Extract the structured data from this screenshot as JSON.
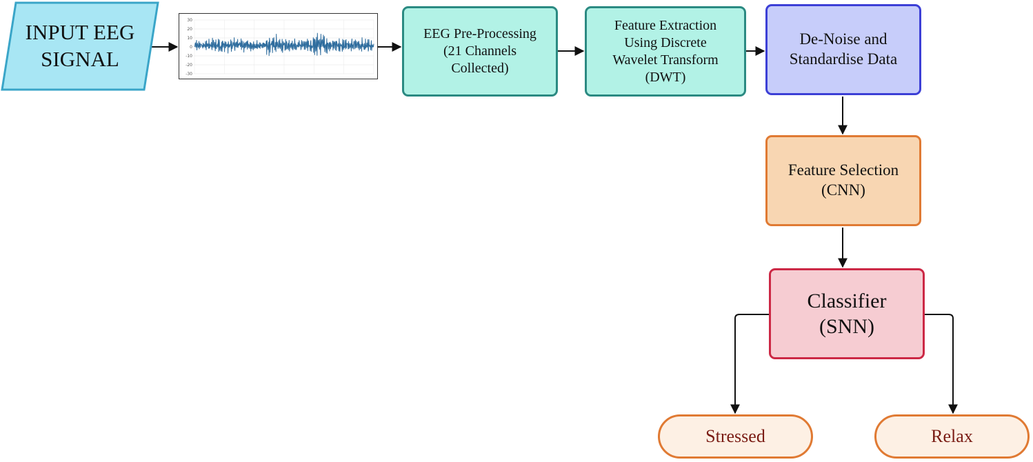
{
  "diagram": {
    "input": {
      "lines": [
        "INPUT EEG",
        "SIGNAL"
      ],
      "fill": "#a8e6f4",
      "stroke": "#3aa5c8"
    },
    "eeg_thumbnail": {
      "y_ticks": [
        "30",
        "20",
        "10",
        "0",
        "-10",
        "-20",
        "-30"
      ],
      "trace_color": "#2f6d9e"
    },
    "preprocessing": {
      "lines": [
        "EEG Pre-Processing",
        "(21 Channels",
        "Collected)"
      ]
    },
    "feature_extraction": {
      "lines": [
        "Feature Extraction",
        "Using Discrete",
        "Wavelet Transform",
        "(DWT)"
      ]
    },
    "denoise": {
      "lines": [
        "De-Noise and",
        "Standardise Data"
      ]
    },
    "feature_selection": {
      "lines": [
        "Feature Selection",
        "(CNN)"
      ]
    },
    "classifier": {
      "lines": [
        "Classifier",
        "(SNN)"
      ]
    },
    "outcomes": {
      "stressed": "Stressed",
      "relax": "Relax"
    }
  }
}
